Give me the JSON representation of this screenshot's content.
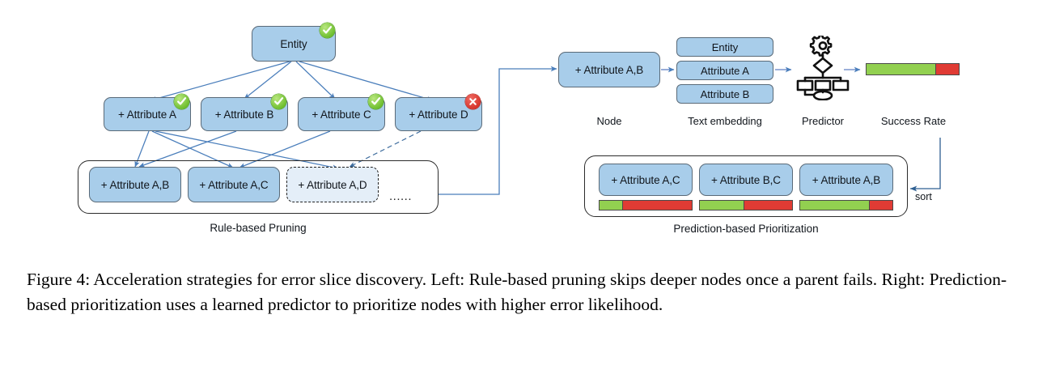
{
  "figure": {
    "caption": "Figure 4:  Acceleration strategies for error slice discovery.  Left: Rule-based pruning skips deeper nodes once a parent fails. Right: Prediction-based prioritization uses a learned predictor to prioritize nodes with higher error likelihood."
  },
  "left": {
    "panel_label": "Rule-based Pruning",
    "root": {
      "label": "Entity",
      "status": "ok"
    },
    "level2": [
      {
        "label": "+ Attribute A",
        "status": "ok"
      },
      {
        "label": "+ Attribute B",
        "status": "ok"
      },
      {
        "label": "+ Attribute C",
        "status": "ok"
      },
      {
        "label": "+ Attribute D",
        "status": "bad"
      }
    ],
    "level3": [
      {
        "label": "+ Attribute A,B",
        "style": "solid"
      },
      {
        "label": "+ Attribute A,C",
        "style": "solid"
      },
      {
        "label": "+ Attribute A,D",
        "style": "dashed"
      }
    ],
    "ellipsis": "......"
  },
  "pipeline": {
    "node": {
      "label": "+ Attribute A,B",
      "caption": "Node"
    },
    "embedding": {
      "caption": "Text embedding",
      "rows": [
        "Entity",
        "Attribute A",
        "Attribute B"
      ]
    },
    "predictor": {
      "caption": "Predictor",
      "icon": "flowchart-gear-icon"
    },
    "success_rate": {
      "caption": "Success Rate",
      "green_percent": 75,
      "red_percent": 25
    }
  },
  "right": {
    "panel_label": "Prediction-based Prioritization",
    "sort_label": "sort",
    "cards": [
      {
        "label": "+ Attribute A,C",
        "green_percent": 25,
        "red_percent": 75
      },
      {
        "label": "+ Attribute B,C",
        "green_percent": 48,
        "red_percent": 52
      },
      {
        "label": "+ Attribute A,B",
        "green_percent": 75,
        "red_percent": 25
      }
    ]
  },
  "colors": {
    "node_fill": "#a8cdea",
    "node_stroke": "#5a6a78",
    "arrow": "#4a7ebb",
    "green": "#92d050",
    "red": "#e03b34"
  }
}
